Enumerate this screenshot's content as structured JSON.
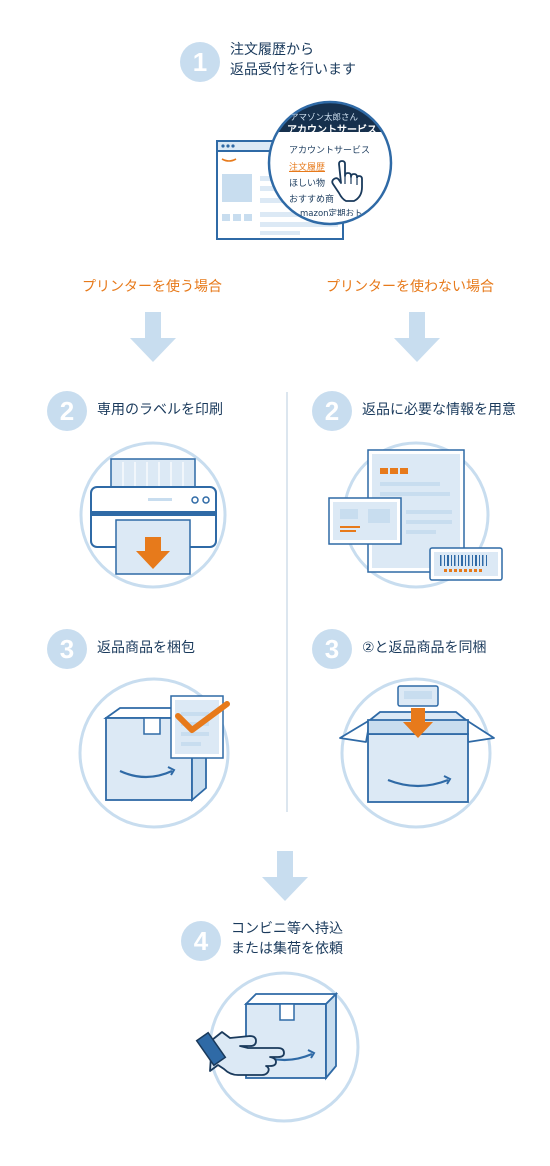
{
  "step1": {
    "number": "1",
    "title_line1": "注文履歴から",
    "title_line2": "返品受付を行います",
    "menu": {
      "user_name": "アマゾン太郎さん",
      "heading": "アカウントサービス",
      "items": [
        "アカウントサービス",
        "注文履歴",
        "ほしい物",
        "おすすめ商",
        "mazon定期おト"
      ]
    }
  },
  "branches": {
    "left_label": "プリンターを使う場合",
    "right_label": "プリンターを使わない場合"
  },
  "left": {
    "step2": {
      "number": "2",
      "title": "専用のラベルを印刷"
    },
    "step3": {
      "number": "3",
      "title": "返品商品を梱包"
    }
  },
  "right": {
    "step2": {
      "number": "2",
      "title": "返品に必要な情報を用意"
    },
    "step3": {
      "number": "3",
      "title": "②と返品商品を同梱"
    }
  },
  "step4": {
    "number": "4",
    "title_line1": "コンビニ等へ持込",
    "title_line2": "または集荷を依頼"
  },
  "colors": {
    "navy": "#1a3a5c",
    "blue": "#2f6aa6",
    "light_blue": "#c8ddef",
    "pale_blue": "#dce9f5",
    "orange": "#e77a1b"
  }
}
